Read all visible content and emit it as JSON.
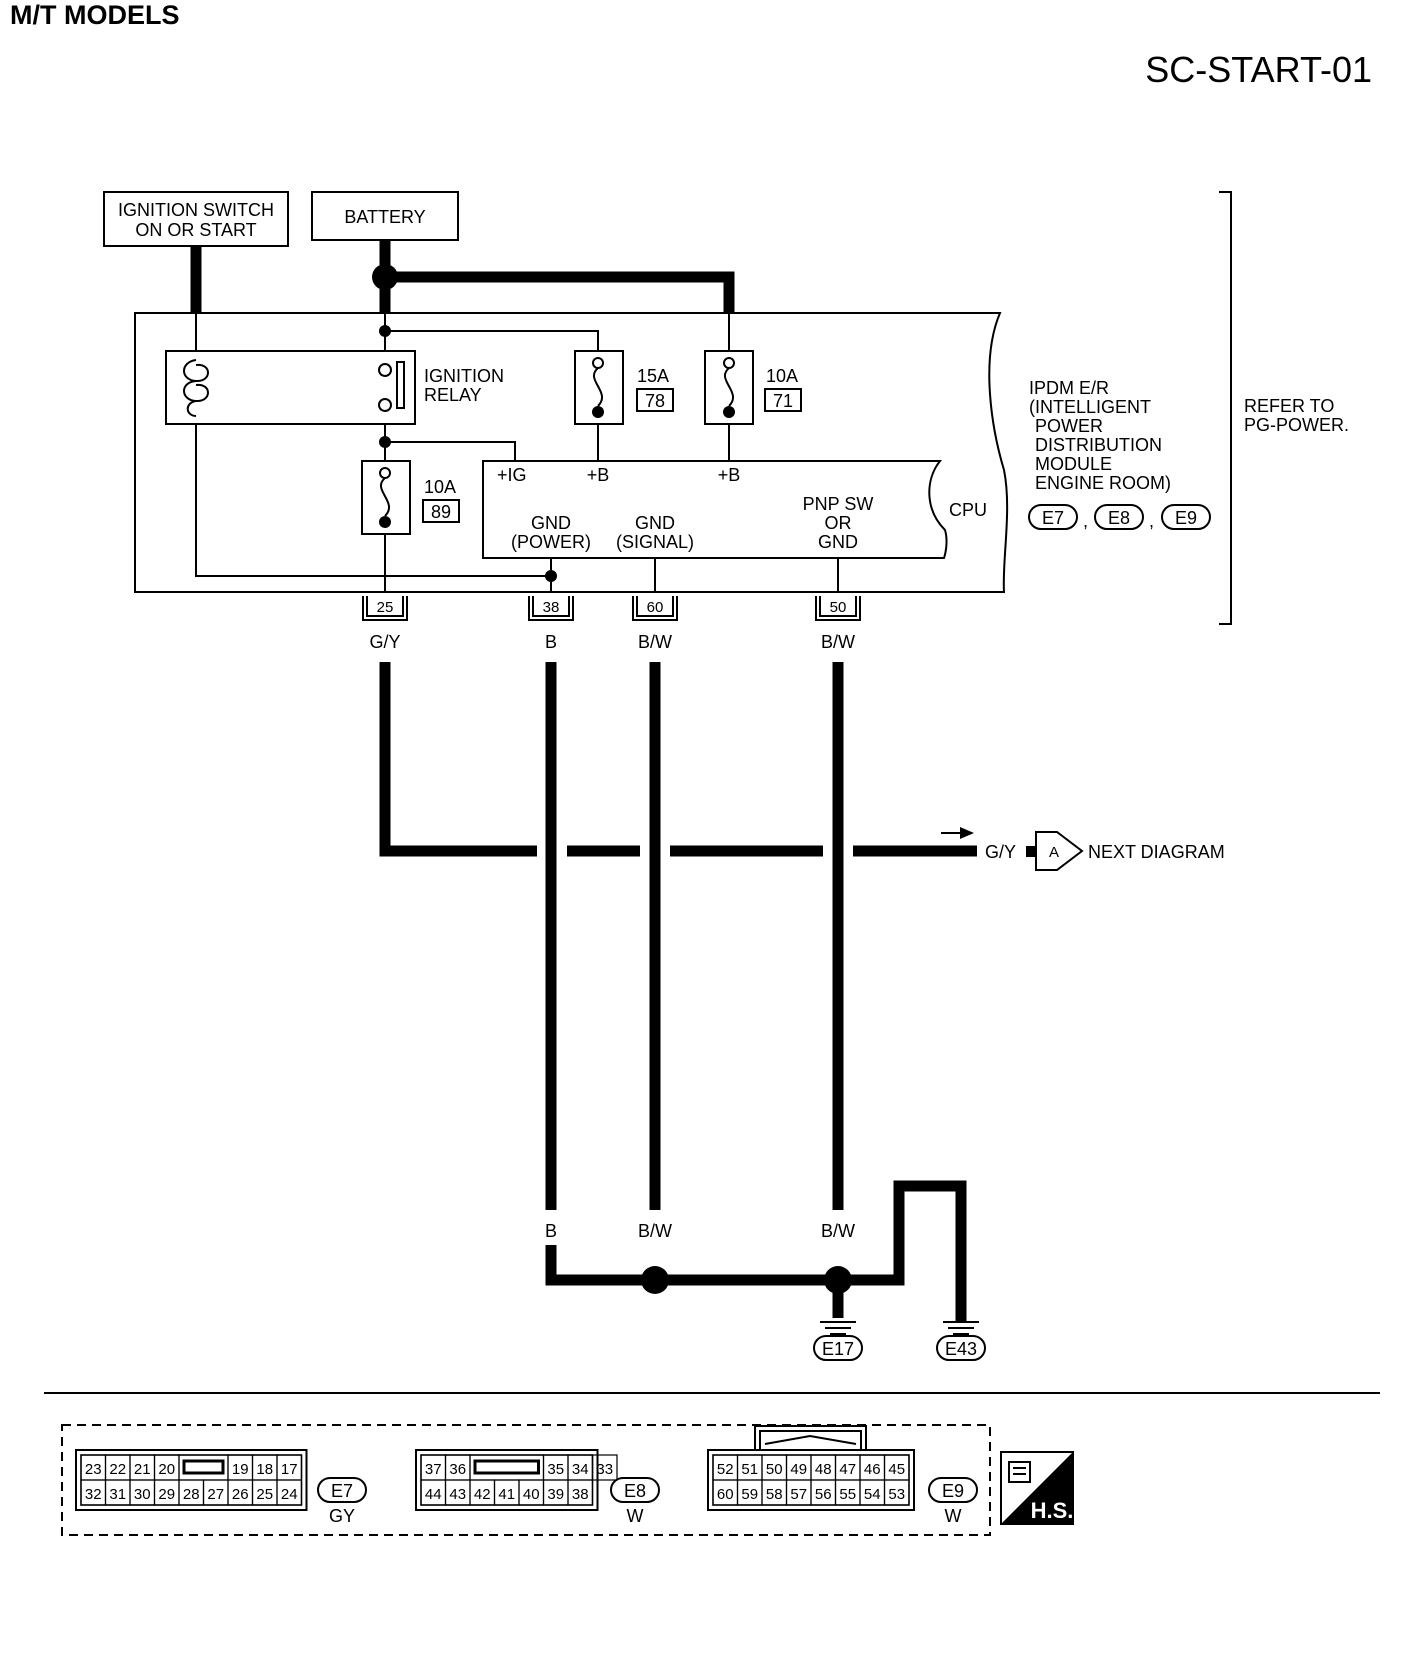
{
  "header": {
    "title": "M/T MODELS",
    "diagram_code": "SC-START-01"
  },
  "inputs": {
    "ignition_switch_line1": "IGNITION SWITCH",
    "ignition_switch_line2": "ON OR START",
    "battery": "BATTERY"
  },
  "ipdm": {
    "ignition_relay_line1": "IGNITION",
    "ignition_relay_line2": "RELAY",
    "fuse_a_rating": "15A",
    "fuse_a_number": "78",
    "fuse_b_rating": "10A",
    "fuse_b_number": "71",
    "fuse_c_rating": "10A",
    "fuse_c_number": "89",
    "name_lines": [
      "IPDM E/R",
      "(INTELLIGENT",
      "POWER",
      "DISTRIBUTION",
      "MODULE",
      "ENGINE ROOM)"
    ],
    "connectors": [
      "E7",
      "E8",
      "E9"
    ],
    "connector_sep": ",",
    "refer_line1": "REFER TO",
    "refer_line2": "PG-POWER."
  },
  "cpu": {
    "label": "CPU",
    "ig": "+IG",
    "b1": "+B",
    "b2": "+B",
    "gnd_power_line1": "GND",
    "gnd_power_line2": "(POWER)",
    "gnd_signal_line1": "GND",
    "gnd_signal_line2": "(SIGNAL)",
    "pnp_line1": "PNP SW",
    "pnp_line2": "OR",
    "pnp_line3": "GND"
  },
  "terminals": [
    {
      "pin": "25",
      "wire_top": "G/Y"
    },
    {
      "pin": "38",
      "wire_top": "B",
      "wire_bottom": "B"
    },
    {
      "pin": "60",
      "wire_top": "B/W",
      "wire_bottom": "B/W"
    },
    {
      "pin": "50",
      "wire_top": "B/W",
      "wire_bottom": "B/W"
    }
  ],
  "next": {
    "wire": "G/Y",
    "connector": "A",
    "label": "NEXT DIAGRAM"
  },
  "ground": {
    "branch_left": "B",
    "branch_right": "B",
    "points": [
      "E17",
      "E43"
    ]
  },
  "connector_views": {
    "e7": {
      "id": "E7",
      "color": "GY",
      "top": [
        "23",
        "22",
        "21",
        "20",
        "",
        "19",
        "18",
        "17"
      ],
      "bottom": [
        "32",
        "31",
        "30",
        "29",
        "28",
        "27",
        "26",
        "25",
        "24"
      ]
    },
    "e8": {
      "id": "E8",
      "color": "W",
      "top": [
        "37",
        "36",
        "",
        "35",
        "34",
        "33"
      ],
      "bottom": [
        "44",
        "43",
        "42",
        "41",
        "40",
        "39",
        "38"
      ]
    },
    "e9": {
      "id": "E9",
      "color": "W",
      "top": [
        "52",
        "51",
        "50",
        "49",
        "48",
        "47",
        "46",
        "45"
      ],
      "bottom": [
        "60",
        "59",
        "58",
        "57",
        "56",
        "55",
        "54",
        "53"
      ]
    },
    "hs": "H.S."
  }
}
